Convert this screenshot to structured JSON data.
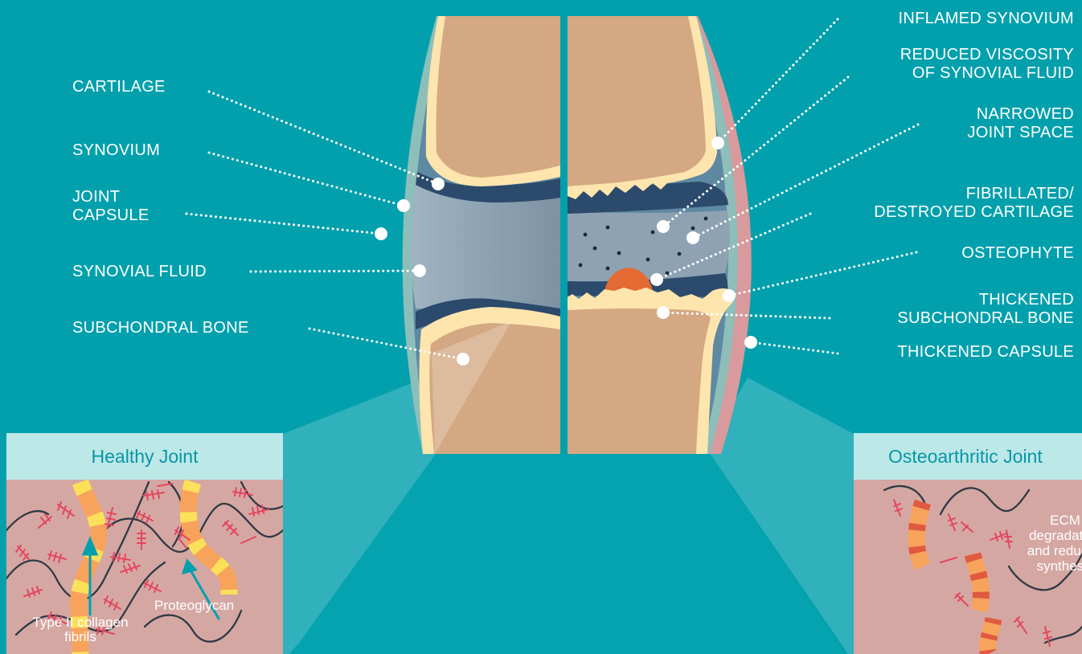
{
  "labels_left": [
    {
      "key": "cartilage",
      "text": "CARTILAGE"
    },
    {
      "key": "synovium",
      "text": "SYNOVIUM"
    },
    {
      "key": "joint_capsule",
      "text": "JOINT\nCAPSULE"
    },
    {
      "key": "synovial_fluid",
      "text": "SYNOVIAL FLUID"
    },
    {
      "key": "subchondral_bone",
      "text": "SUBCHONDRAL BONE"
    }
  ],
  "labels_right": [
    {
      "key": "inflamed_synovium",
      "text": "INFLAMED SYNOVIUM"
    },
    {
      "key": "reduced_viscosity",
      "text": "REDUCED VISCOSITY\nOF SYNOVIAL FLUID"
    },
    {
      "key": "narrowed_joint_space",
      "text": "NARROWED\nJOINT SPACE"
    },
    {
      "key": "fibrillated_cartilage",
      "text": "FIBRILLATED/\nDESTROYED CARTILAGE"
    },
    {
      "key": "osteophyte",
      "text": "OSTEOPHYTE"
    },
    {
      "key": "thickened_subchondral_bone",
      "text": "THICKENED\nSUBCHONDRAL BONE"
    },
    {
      "key": "thickened_capsule",
      "text": "THICKENED CAPSULE"
    }
  ],
  "healthy_panel": {
    "title": "Healthy Joint",
    "collagen_label": "Type II collagen fibrils",
    "proteoglycan_label": "Proteoglycan"
  },
  "oa_panel": {
    "title": "Osteoarthritic Joint",
    "ecm_label": "ECM\ndegradation\nand reduced\nsynthesis"
  },
  "colors": {
    "background": "#02a0ad",
    "bone": "#d4a883",
    "cartilage": "#fde5ad",
    "synovium": "#2c4a6b",
    "capsule": "#8ebeba",
    "inflamed_capsule": "#d89a9c",
    "osteophyte": "#e36a33",
    "panel_header": "#bde8e8",
    "panel_body": "#d5a7a3",
    "proteoglycan": "#e3475f",
    "collagen": "#f7a35c"
  }
}
